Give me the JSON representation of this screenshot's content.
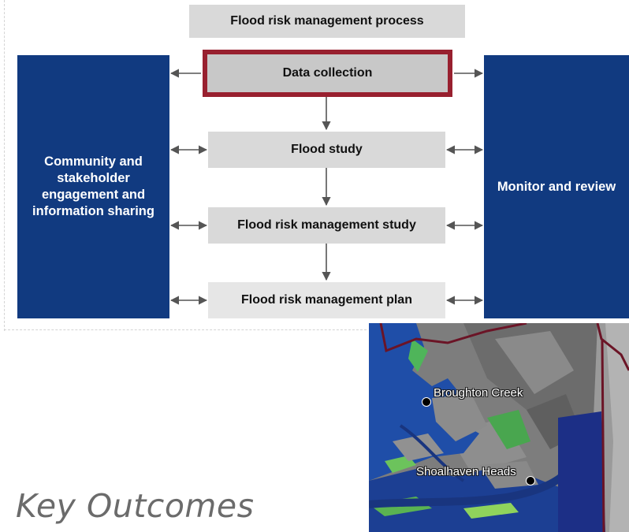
{
  "diagram": {
    "title": "Flood risk management process",
    "left_panel": "Community and stakeholder engagement and information sharing",
    "right_panel": "Monitor and review",
    "steps": [
      {
        "label": "Data collection",
        "highlighted": true
      },
      {
        "label": "Flood study"
      },
      {
        "label": "Flood risk management study"
      },
      {
        "label": "Flood risk management plan"
      }
    ]
  },
  "map": {
    "places": [
      "Broughton Creek",
      "Shoalhaven Heads"
    ]
  },
  "section_title": "Key Outcomes",
  "colors": {
    "navy": "#113a80",
    "highlight_border": "#98202f",
    "step_grey": "#d9d9d9",
    "title_grey": "#6b6b6b"
  }
}
